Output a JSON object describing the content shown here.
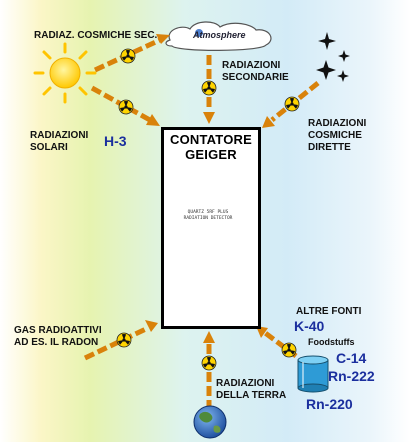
{
  "labels": {
    "cosmic_secondary": "RADIAZ. COSMICHE SEC.",
    "atmosphere": "Atmosphere",
    "secondary_radiation": "RADIAZIONI\nSECONDARIE",
    "solar_radiation": "RADIAZIONI\nSOLARI",
    "direct_cosmic": "RADIAZIONI\nCOSMICHE\nDIRETTE",
    "radioactive_gas": "GAS RADIOATTIVI\nAD ES. IL RADON",
    "other_sources": "ALTRE FONTI",
    "foodstuffs": "Foodstuffs",
    "earth_radiation": "RADIAZIONI\nDELLA TERRA"
  },
  "isotopes": {
    "h3": "H-3",
    "k40": "K-40",
    "c14": "C-14",
    "rn222": "Rn-222",
    "rn220": "Rn-220"
  },
  "counter": {
    "title_line1": "CONTATORE",
    "title_line2": "GEIGER",
    "screen_line1": "QUARTZ 5RF PLUS",
    "screen_line2": "RADIATION DETECTOR"
  },
  "colors": {
    "arrow": "#d9820a",
    "counter_body": "#f08a12",
    "radiation_symbol": "#ffd400",
    "isotope_text": "#1b2f9e",
    "sun": "#ffd21a"
  }
}
